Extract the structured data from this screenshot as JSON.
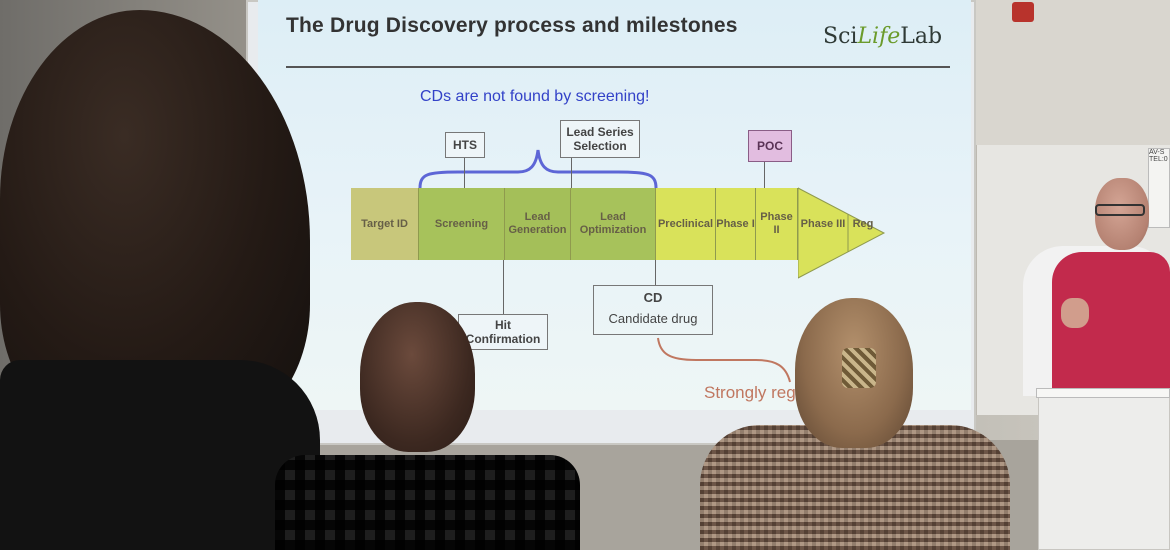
{
  "slide": {
    "title": "The Drug Discovery process and milestones",
    "logo": {
      "part1": "Sci",
      "part2": "Life",
      "part3": "Lab"
    },
    "note": "CDs are not found by screening!",
    "labels": {
      "hts": "HTS",
      "lead_series": "Lead Series Selection",
      "poc": "POC",
      "hit": "Hit Confirmation",
      "cd_title": "CD",
      "cd_subtitle": "Candidate drug",
      "regulated": "Strongly reg"
    },
    "stages": [
      {
        "name": "Target ID"
      },
      {
        "name": "Screening"
      },
      {
        "name": "Lead Generation"
      },
      {
        "name": "Lead Optimization"
      },
      {
        "name": "Preclinical"
      },
      {
        "name": "Phase I"
      },
      {
        "name": "Phase II"
      },
      {
        "name": "Phase III"
      },
      {
        "name": "Reg"
      }
    ]
  },
  "wall": {
    "sign": "AV-S TEL:0"
  },
  "colors": {
    "note": "#3342c8",
    "poc_fill": "#e2bde0",
    "stage_target": "#c8c77b",
    "stage_green": "#a7c25b",
    "stage_yellow": "#d9e25a",
    "regulated": "#c07760",
    "speaker_vest": "#c22a4c"
  }
}
